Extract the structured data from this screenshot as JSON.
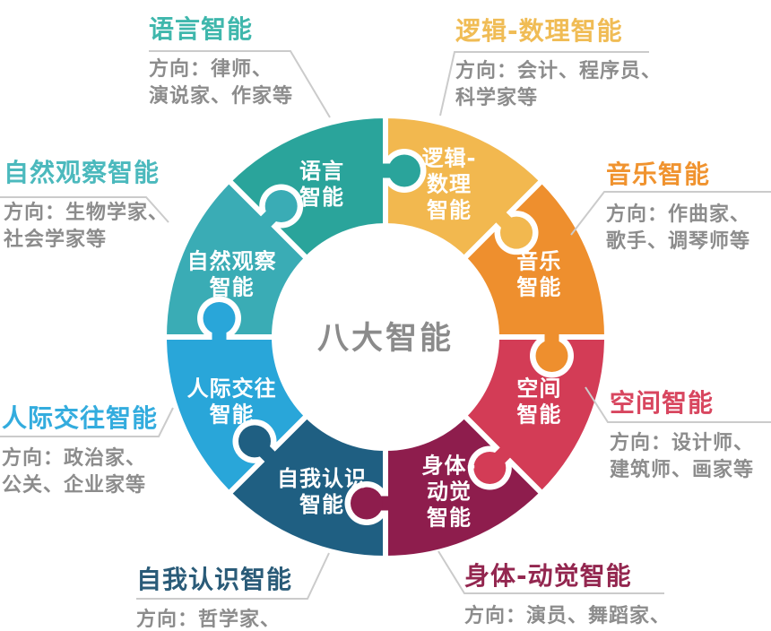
{
  "background_color": "#FFFFFF",
  "center": {
    "title": "八大智能",
    "text_color": "#8B8B8B"
  },
  "style": {
    "direction_text_color": "#8C8C8C",
    "leader_line_color": "#CBCBCB",
    "ring_text_color": "#FFFFFF",
    "seam_color": "#FFFFFF"
  },
  "ring": {
    "segments": [
      {
        "id": "logical",
        "label_lines": [
          "逻辑-",
          "数理",
          "智能"
        ],
        "color": "#F2B84F",
        "position": "top-right"
      },
      {
        "id": "musical",
        "label_lines": [
          "音乐",
          "智能"
        ],
        "color": "#EE8F2E",
        "position": "right-upper"
      },
      {
        "id": "spatial",
        "label_lines": [
          "空间",
          "智能"
        ],
        "color": "#D33C56",
        "position": "right-lower"
      },
      {
        "id": "bodily",
        "label_lines": [
          "身体-",
          "动觉",
          "智能"
        ],
        "color": "#8E1D4D",
        "position": "bottom-right"
      },
      {
        "id": "intrapersonal",
        "label_lines": [
          "自我认识",
          "智能"
        ],
        "color": "#1F5F82",
        "position": "bottom-left"
      },
      {
        "id": "interpersonal",
        "label_lines": [
          "人际交往",
          "智能"
        ],
        "color": "#29A6D9",
        "position": "left-lower"
      },
      {
        "id": "naturalistic",
        "label_lines": [
          "自然观察",
          "智能"
        ],
        "color": "#3AACB5",
        "position": "left-upper"
      },
      {
        "id": "linguistic",
        "label_lines": [
          "语言",
          "智能"
        ],
        "color": "#2AA49B",
        "position": "top-left"
      }
    ]
  },
  "labels": [
    {
      "id": "linguistic",
      "title": "语言智能",
      "title_color": "#3FB7AC",
      "direction_lines": [
        "方向：律师、",
        "演说家、作家等"
      ]
    },
    {
      "id": "logical",
      "title": "逻辑-数理智能",
      "title_color": "#F0BC55",
      "direction_lines": [
        "方向：会计、程序员、",
        "科学家等"
      ]
    },
    {
      "id": "musical",
      "title": "音乐智能",
      "title_color": "#F0932F",
      "direction_lines": [
        "方向：作曲家、",
        "歌手、调琴师等"
      ]
    },
    {
      "id": "spatial",
      "title": "空间智能",
      "title_color": "#D8465F",
      "direction_lines": [
        "方向：设计师、",
        "建筑师、画家等"
      ]
    },
    {
      "id": "bodily",
      "title": "身体-动觉智能",
      "title_color": "#93264F",
      "direction_lines": [
        "方向：演员、舞蹈家、"
      ]
    },
    {
      "id": "intrapersonal",
      "title": "自我认识智能",
      "title_color": "#2A5B78",
      "direction_lines": [
        "方向：哲学家、"
      ]
    },
    {
      "id": "interpersonal",
      "title": "人际交往智能",
      "title_color": "#33ACDE",
      "direction_lines": [
        "方向：政治家、",
        "公关、企业家等"
      ]
    },
    {
      "id": "naturalistic",
      "title": "自然观察智能",
      "title_color": "#4BB9BD",
      "direction_lines": [
        "方向：生物学家、",
        "社会学家等"
      ]
    }
  ]
}
